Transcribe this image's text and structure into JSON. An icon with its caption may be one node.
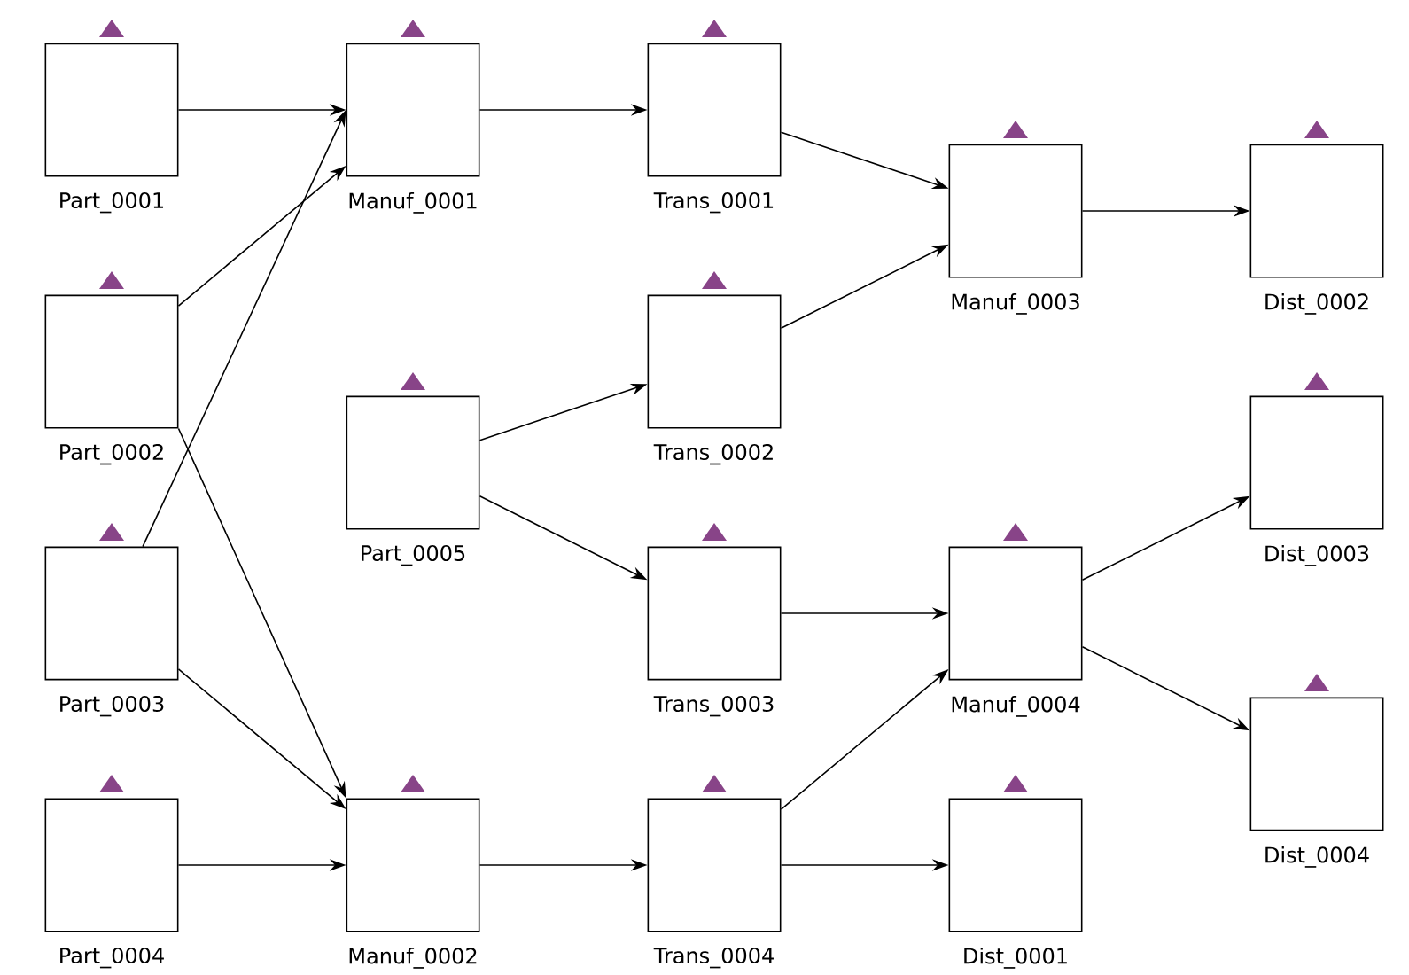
{
  "diagram": {
    "nodes": [
      {
        "text": [
          "Part_0001"
        ]
      },
      {
        "text": [
          "Manuf_0001"
        ]
      },
      {
        "text": [
          "Trans_0001"
        ]
      },
      {
        "text": [
          "Manuf_0003"
        ]
      },
      {
        "text": [
          "Dist_0002"
        ]
      },
      {
        "text": [
          "Part_0002"
        ]
      },
      {
        "text": [
          "Trans_0002"
        ]
      },
      {
        "text": [
          "Part_0005"
        ]
      },
      {
        "text": [
          "Dist_0003"
        ]
      },
      {
        "text": [
          "Part_0003"
        ]
      },
      {
        "text": [
          "Trans_0003"
        ]
      },
      {
        "text": [
          "Manuf_0004"
        ]
      },
      {
        "text": [
          "Dist_0004"
        ]
      },
      {
        "text": [
          "Part_0004"
        ]
      },
      {
        "text": [
          "Manuf_0002"
        ]
      },
      {
        "text": [
          "Trans_0004"
        ]
      },
      {
        "text": [
          "Dist_0001"
        ]
      }
    ],
    "edges": [
      {
        "from": 0,
        "to": 1,
        "arrow": "to"
      },
      {
        "from": 5,
        "to": 1,
        "arrow": "to"
      },
      {
        "from": 9,
        "to": 1,
        "arrow": "to"
      },
      {
        "from": 5,
        "to": 14,
        "arrow": "to"
      },
      {
        "from": 9,
        "to": 14,
        "arrow": "to"
      },
      {
        "from": 13,
        "to": 14,
        "arrow": "to"
      },
      {
        "from": 1,
        "to": 2,
        "arrow": "to"
      },
      {
        "from": 2,
        "to": 3,
        "arrow": "to"
      },
      {
        "from": 6,
        "to": 3,
        "arrow": "to"
      },
      {
        "from": 3,
        "to": 4,
        "arrow": "to"
      },
      {
        "from": 7,
        "to": 6,
        "arrow": "to"
      },
      {
        "from": 7,
        "to": 10,
        "arrow": "to"
      },
      {
        "from": 10,
        "to": 11,
        "arrow": "to"
      },
      {
        "from": 15,
        "to": 11,
        "arrow": "to"
      },
      {
        "from": 11,
        "to": 8,
        "arrow": "to"
      },
      {
        "from": 11,
        "to": 12,
        "arrow": "to"
      },
      {
        "from": 14,
        "to": 15,
        "arrow": "to"
      },
      {
        "from": 15,
        "to": 16,
        "arrow": "to"
      }
    ]
  }
}
